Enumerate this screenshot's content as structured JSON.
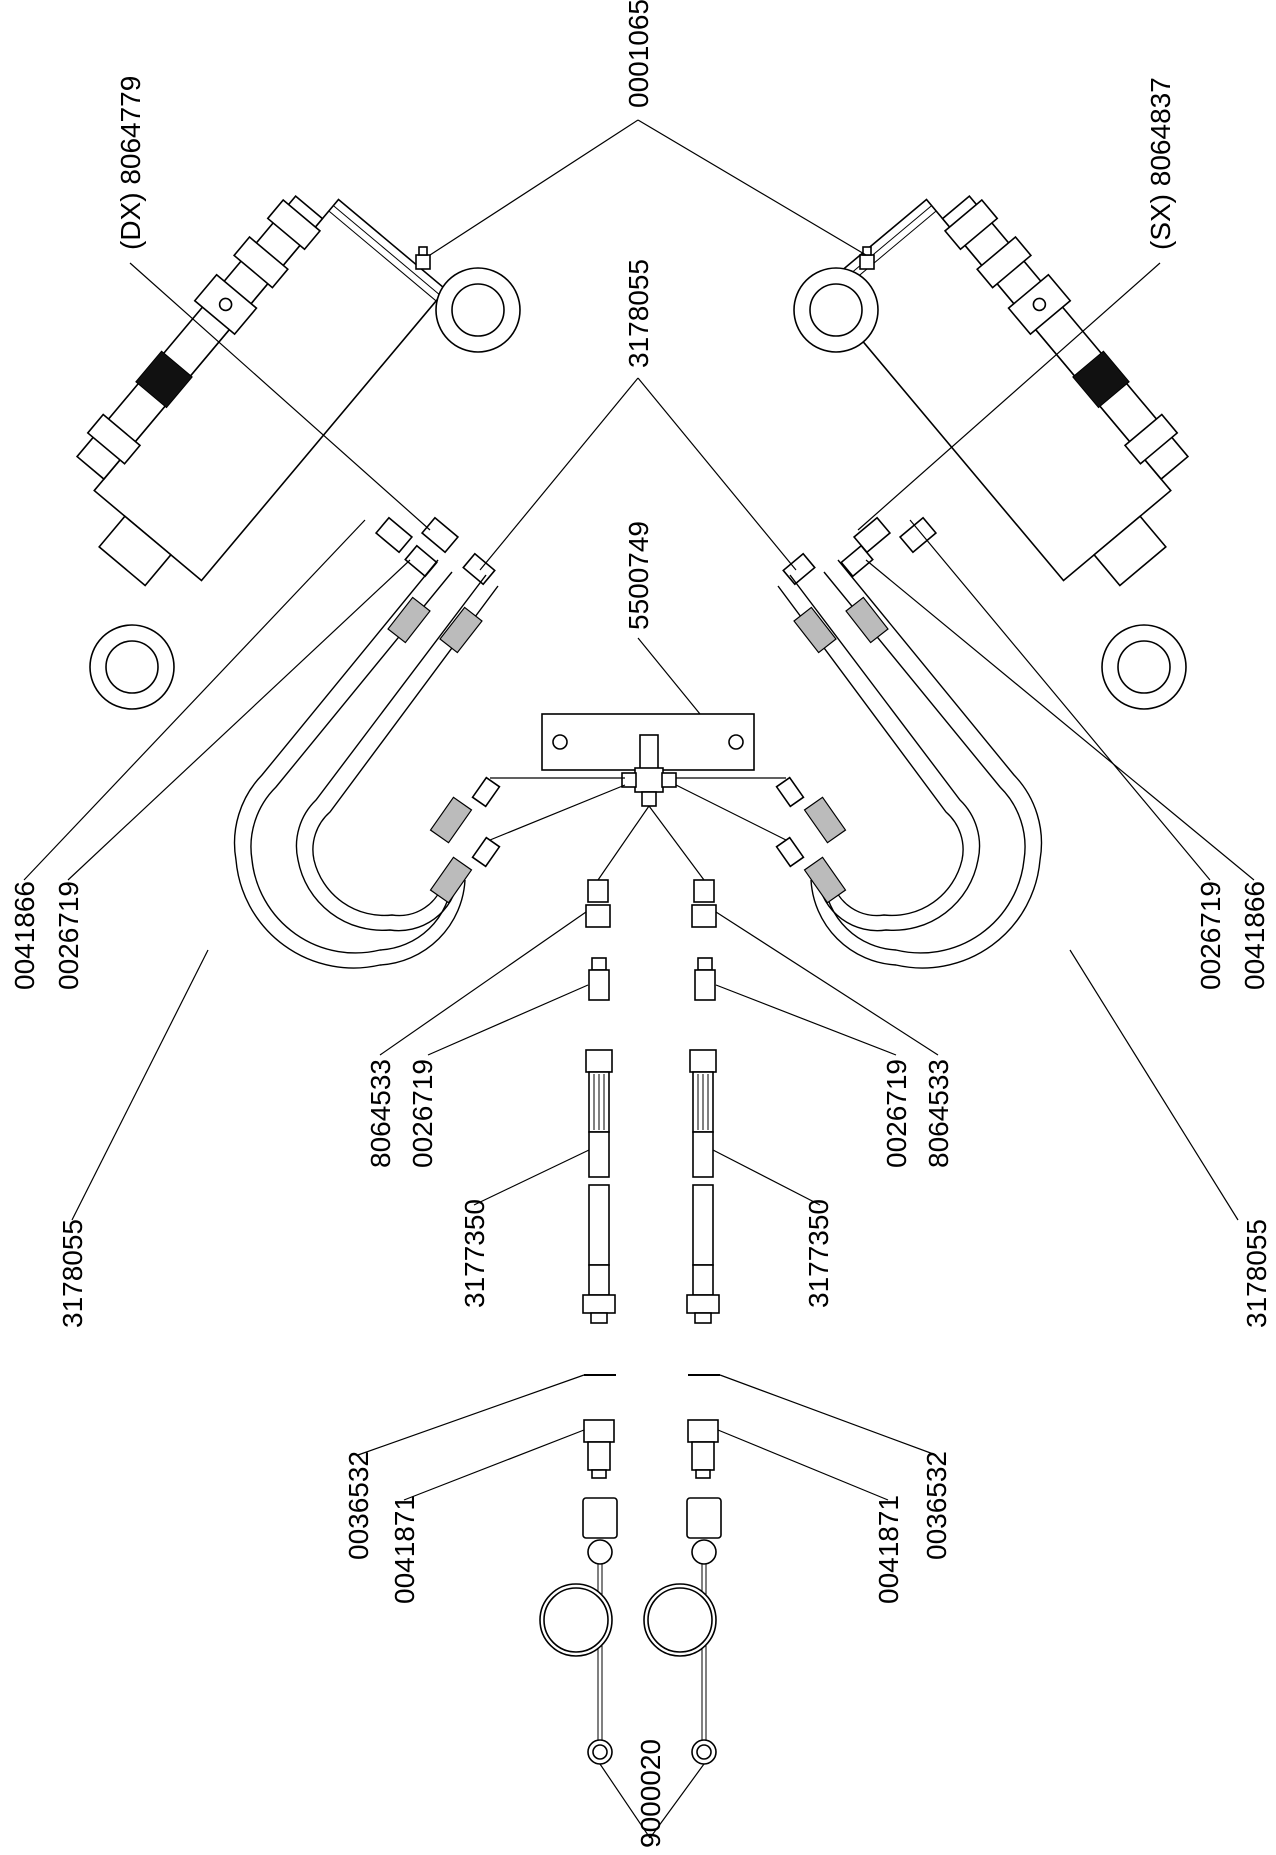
{
  "diagram": {
    "labels": {
      "top_center": "0001065",
      "dx_cylinder": "(DX) 8064779",
      "sx_cylinder": "(SX) 8064837",
      "hose_top": "3178055",
      "bracket": "5500749",
      "left_a": "0041866",
      "left_b": "0026719",
      "right_a": "0026719",
      "right_b": "0041866",
      "left_loop": "3178055",
      "right_loop": "3178055",
      "adapter_left_a": "8064533",
      "adapter_left_b": "0026719",
      "adapter_right_a": "0026719",
      "adapter_right_b": "8064533",
      "hose_left": "3177350",
      "hose_right": "3177350",
      "seal_left": "0036532",
      "coupling_left": "0041871",
      "coupling_right": "0041871",
      "seal_right": "0036532",
      "cap": "9000020"
    }
  }
}
